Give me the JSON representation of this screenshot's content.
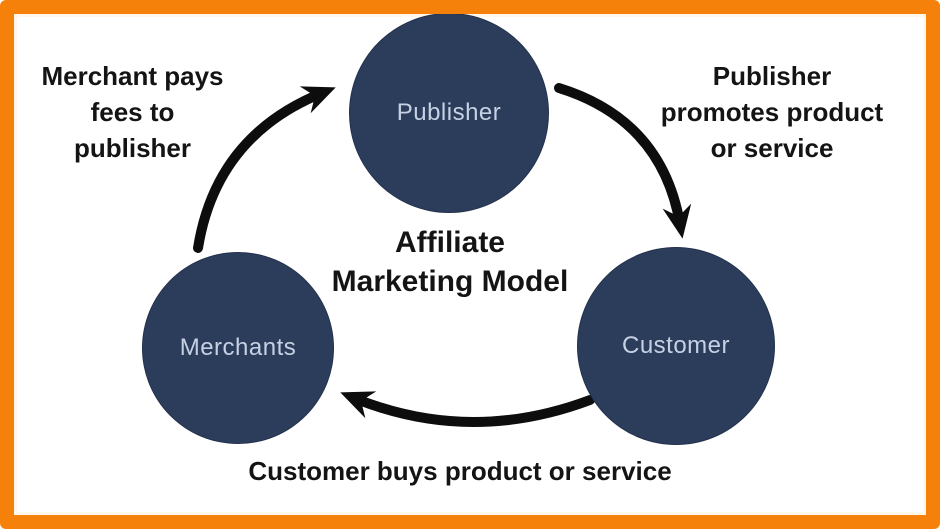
{
  "diagram": {
    "title_lines": [
      "Affiliate",
      "Marketing Model"
    ],
    "nodes": [
      {
        "id": "publisher",
        "label": "Publisher"
      },
      {
        "id": "merchants",
        "label": "Merchants"
      },
      {
        "id": "customer",
        "label": "Customer"
      }
    ],
    "edges": [
      {
        "from": "merchants",
        "to": "publisher",
        "label_lines": [
          "Merchant pays",
          "fees to",
          "publisher"
        ]
      },
      {
        "from": "publisher",
        "to": "customer",
        "label_lines": [
          "Publisher",
          "promotes product",
          "or service"
        ]
      },
      {
        "from": "customer",
        "to": "merchants",
        "label_lines": [
          "Customer buys product or service"
        ]
      }
    ]
  },
  "colors": {
    "frame_border": "#F6810A",
    "background": "#FFFFFF",
    "node_fill": "#2C3D5B",
    "node_label": "#C7D1E4",
    "text": "#141414",
    "arrow": "#0D0D0D"
  }
}
